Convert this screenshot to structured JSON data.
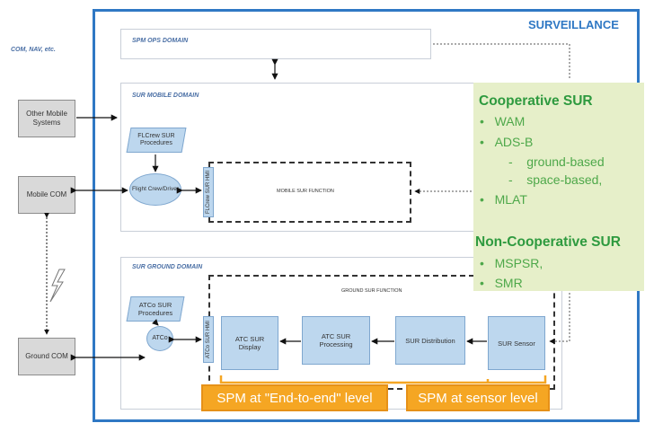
{
  "header": {
    "title": "SURVEILLANCE",
    "com_nav": "COM, NAV, etc."
  },
  "domains": {
    "spm_ops": "SPM OPS DOMAIN",
    "sur_mobile": "SUR MOBILE DOMAIN",
    "sur_ground": "SUR GROUND DOMAIN"
  },
  "left_boxes": {
    "other_mobile": "Other Mobile Systems",
    "mobile_com": "Mobile COM",
    "ground_com": "Ground COM"
  },
  "mobile": {
    "procedures": "FLCrew SUR Procedures",
    "flight_crew": "Flight Crew/Driver",
    "hmi": "FLCrew SUR HMI",
    "function": "MOBILE SUR FUNCTION"
  },
  "ground": {
    "procedures": "ATCo SUR Procedures",
    "atco": "ATCo",
    "hmi": "ATCo SUR HMI",
    "function": "GROUND SUR FUNCTION",
    "display": "ATC SUR Display",
    "processing": "ATC SUR Processing",
    "distribution": "SUR Distribution",
    "sensor": "SUR Sensor"
  },
  "sur_panel": {
    "coop_title": "Cooperative SUR",
    "coop_items": [
      "WAM",
      "ADS-B",
      "MLAT"
    ],
    "adsb_sub": [
      "ground-based",
      "space-based,"
    ],
    "noncoop_title": "Non-Cooperative SUR",
    "noncoop_items": [
      "MSPSR,",
      "SMR"
    ]
  },
  "spm_labels": {
    "end_to_end": "SPM at \"End-to-end\" level",
    "sensor": "SPM at sensor level"
  },
  "colors": {
    "frame_blue": "#2f78c4",
    "domain_title": "#4a6fa5",
    "green_text": "#2e9a3f",
    "green_panel": "#e6efc9",
    "orange": "#f5a623",
    "box_blue": "#bdd7ee",
    "box_gray": "#d9d9d9"
  },
  "icons": [
    "lightning-icon"
  ]
}
